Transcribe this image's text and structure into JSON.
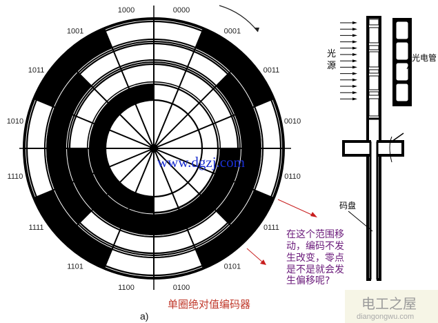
{
  "disk": {
    "sector_codes": [
      "0000",
      "0001",
      "0011",
      "0010",
      "0110",
      "0111",
      "0101",
      "0100",
      "1100",
      "1101",
      "1111",
      "1110",
      "1010",
      "1011",
      "1001",
      "1000"
    ],
    "watermark_url": "www.dgzj.com",
    "watermark_color": "#1a2fd0"
  },
  "side_view": {
    "light_source_label": [
      "光",
      "源"
    ],
    "photocell_label": "光电管",
    "disk_label": "码盘"
  },
  "annotation": {
    "lines": [
      "在这个范围移",
      "动，编码不发",
      "生改变，零点",
      "是不是就会发",
      "生偏移呢?"
    ],
    "color": "#6a1a7a",
    "arrow_color": "#c81e1e"
  },
  "caption": {
    "title": "单圈绝对值编码器",
    "title_color": "#c0392b",
    "sub": "a)"
  },
  "site_watermark": {
    "name": "电工之屋",
    "domain": "diangongwu.com"
  }
}
